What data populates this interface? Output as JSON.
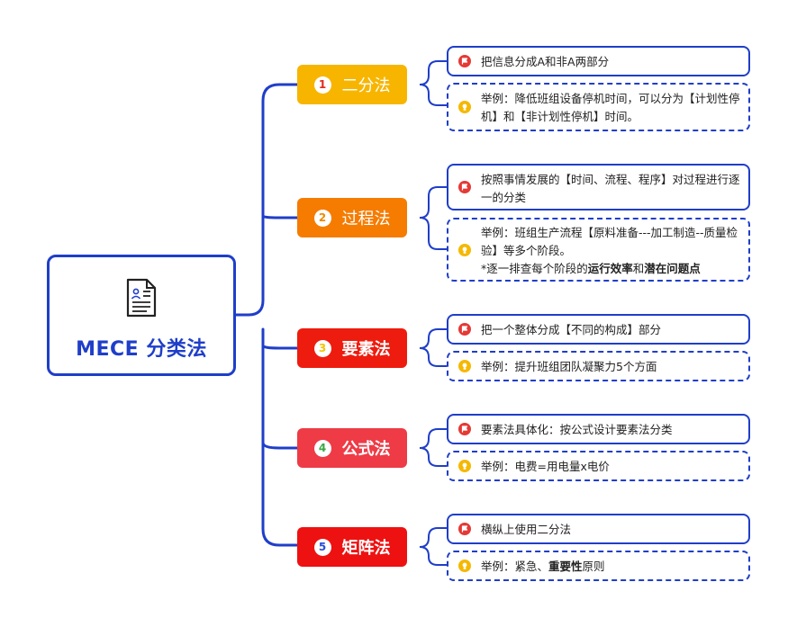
{
  "root": {
    "title": "MECE 分类法",
    "icon": "document-icon"
  },
  "colors": {
    "line": "#1f3ec9",
    "flag": "#e53935",
    "bulb": "#f5b800"
  },
  "methods": [
    {
      "num": "1",
      "label": "二分法",
      "color": "#f7b500",
      "num_color": "#e02a1a",
      "definition": "把信息分成A和非A两部分",
      "example": "举例：降低班组设备停机时间，可以分为【计划性停机】和【非计划性停机】时间。"
    },
    {
      "num": "2",
      "label": "过程法",
      "color": "#f57c00",
      "num_color": "#f08a00",
      "definition": "按照事情发展的【时间、流程、程序】对过程进行逐一的分类",
      "example": "举例：班组生产流程【原料准备---加工制造--质量检验】等多个阶段。",
      "note_prefix": "*逐一排查每个阶段的",
      "note_bold1": "运行效率",
      "note_mid": "和",
      "note_bold2": "潜在问题点"
    },
    {
      "num": "3",
      "label": "要素法",
      "color": "#ee1c0e",
      "num_color": "#f5c400",
      "definition": "把一个整体分成【不同的构成】部分",
      "example": "举例：提升班组团队凝聚力5个方面"
    },
    {
      "num": "4",
      "label": "公式法",
      "color": "#ee3b46",
      "num_color": "#3aa845",
      "definition": "要素法具体化：按公式设计要素法分类",
      "example": "举例：电费=用电量x电价"
    },
    {
      "num": "5",
      "label": "矩阵法",
      "color": "#ee1111",
      "num_color": "#2a4ed8",
      "definition": "横纵上使用二分法",
      "example_prefix": "举例：紧急、",
      "example_bold": "重要性",
      "example_suffix": "原则"
    }
  ]
}
